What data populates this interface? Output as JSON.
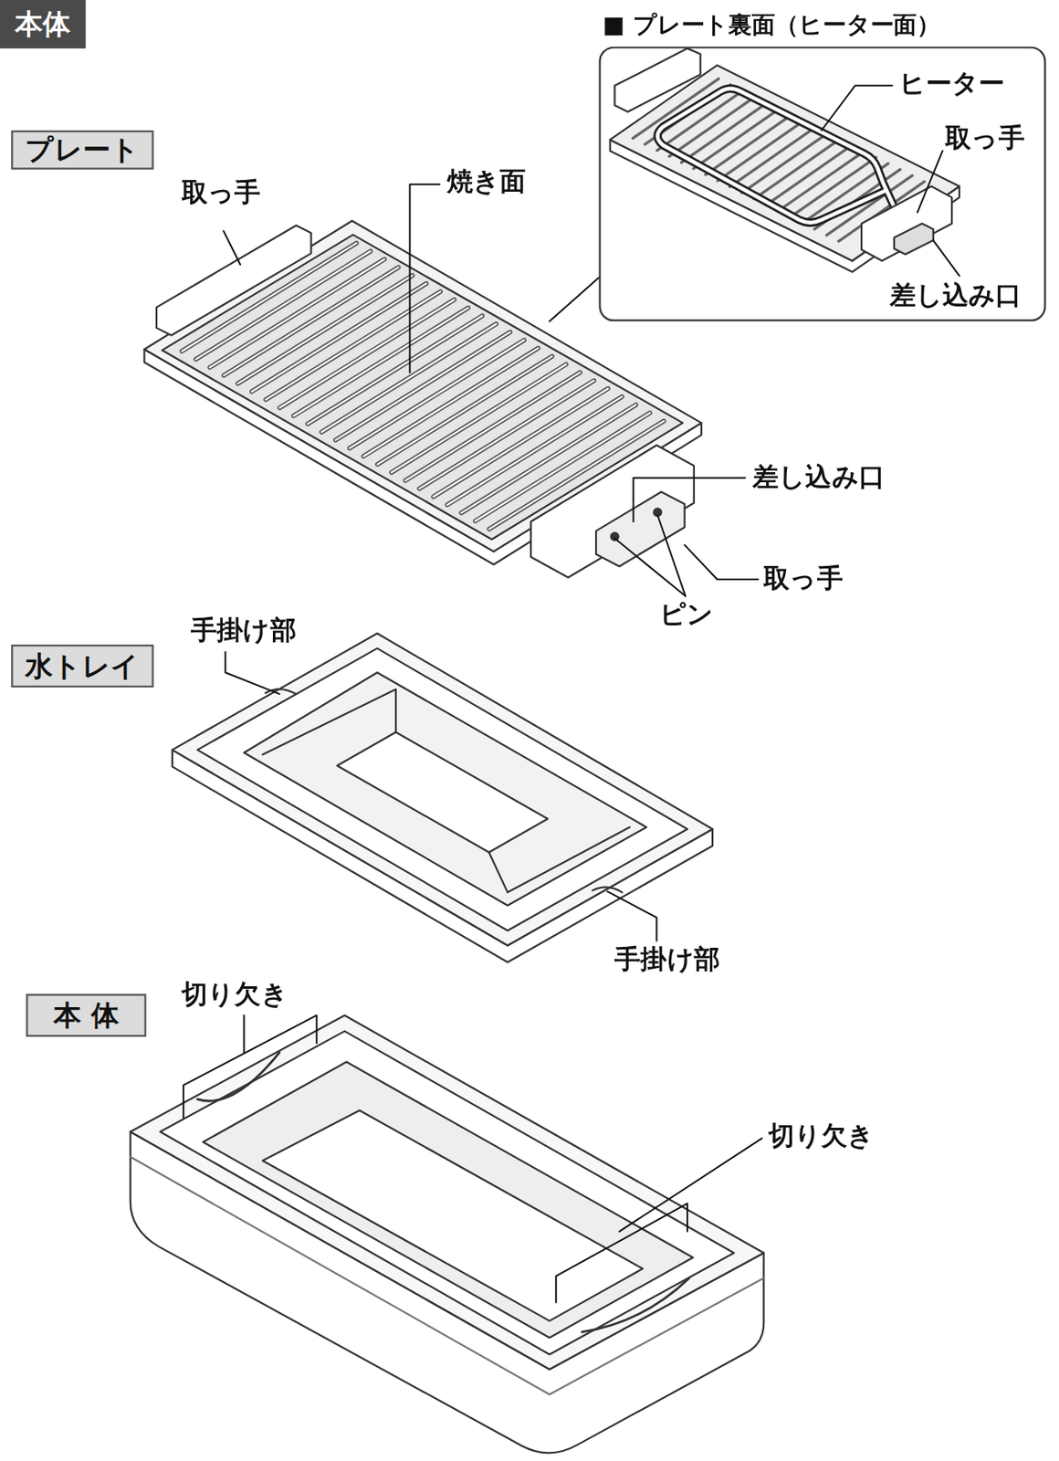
{
  "diagram": {
    "title": "本体",
    "nodes": [
      {
        "text": [
          "■ プレート裏面（ヒーター面）"
        ]
      },
      {
        "text": [
          "プレート"
        ]
      },
      {
        "text": [
          "水トレイ"
        ]
      },
      {
        "text": [
          "本 体"
        ]
      }
    ],
    "labels": [
      "取っ手",
      "焼き面",
      "差し込み口",
      "取っ手",
      "ピン",
      "ヒーター",
      "取っ手",
      "差し込み口",
      "手掛け部",
      "手掛け部",
      "切り欠き",
      "切り欠き"
    ]
  }
}
